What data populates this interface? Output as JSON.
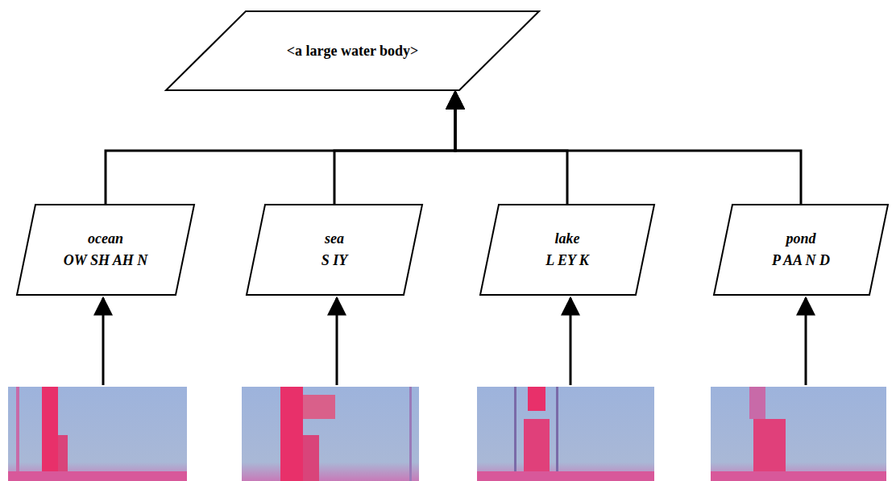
{
  "diagram": {
    "nodes": [
      {
        "text": [
          "<a large water body>"
        ]
      },
      {
        "text": [
          "ocean",
          "OW SH AH N"
        ]
      },
      {
        "text": [
          "sea",
          "S IY"
        ]
      },
      {
        "text": [
          "lake",
          "L EY K"
        ]
      },
      {
        "text": [
          "pond",
          "P AA N D"
        ]
      }
    ],
    "edges": [
      {
        "from": 1,
        "to": 0,
        "arrow": "to"
      },
      {
        "from": 2,
        "to": 0,
        "arrow": "to"
      },
      {
        "from": 3,
        "to": 0,
        "arrow": "to"
      },
      {
        "from": 4,
        "to": 0,
        "arrow": "to"
      }
    ]
  }
}
